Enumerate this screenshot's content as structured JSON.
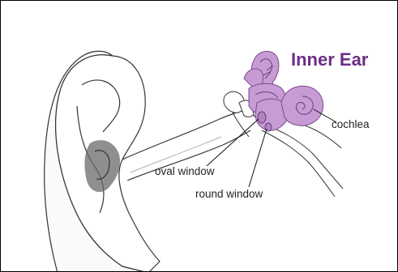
{
  "title": "Inner Ear",
  "labels": {
    "cochlea": "cochlea",
    "oval_window": "oval window",
    "round_window": "round window"
  },
  "colors": {
    "inner_ear_fill": "#c79bd3",
    "title": "#6b2e86",
    "outline": "#333333"
  }
}
